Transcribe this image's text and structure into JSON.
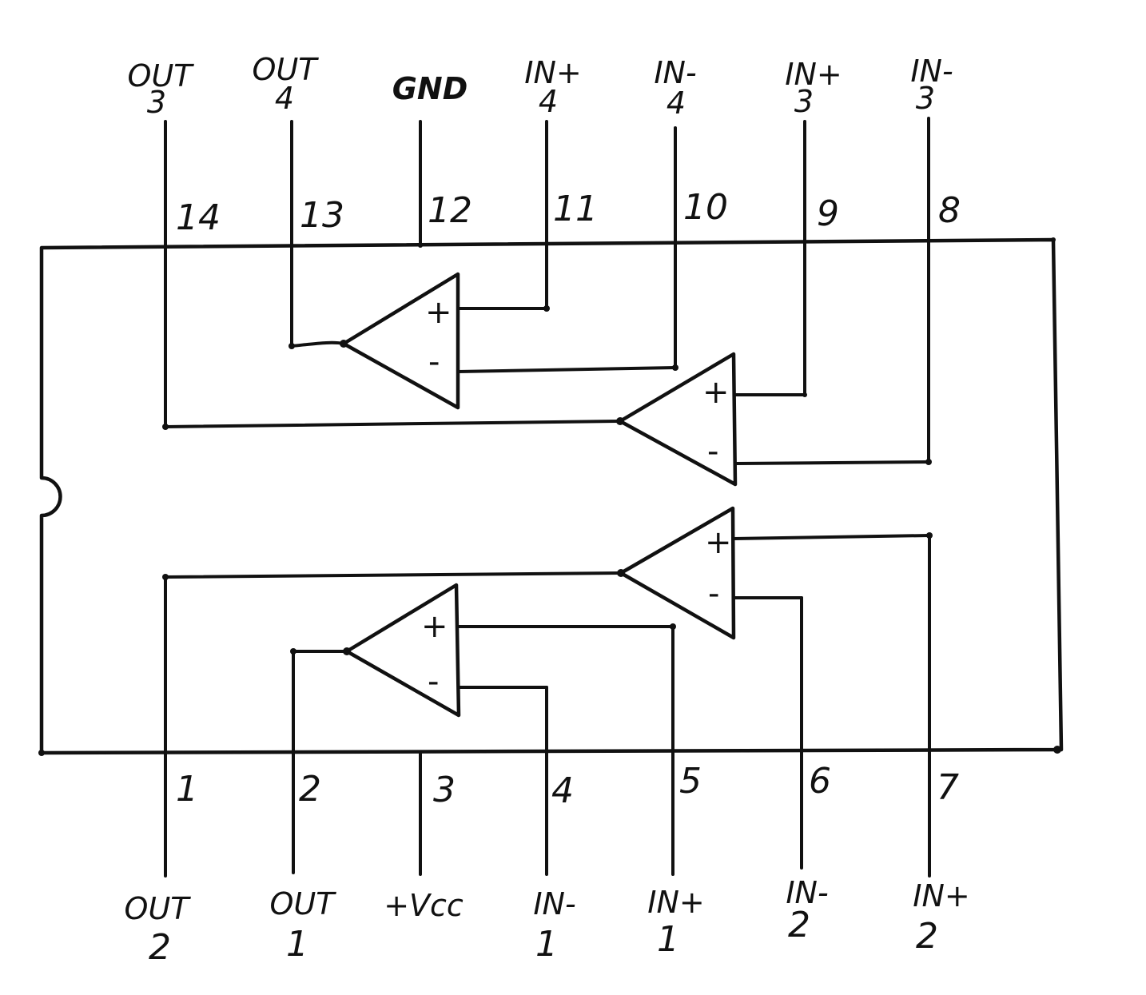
{
  "top_pins": [
    {
      "number": "14",
      "name_line1": "OUT",
      "name_line2": "3"
    },
    {
      "number": "13",
      "name_line1": "OUT",
      "name_line2": "4"
    },
    {
      "number": "12",
      "name_line1": "GND",
      "name_line2": ""
    },
    {
      "number": "11",
      "name_line1": "IN+",
      "name_line2": "4"
    },
    {
      "number": "10",
      "name_line1": "IN-",
      "name_line2": "4"
    },
    {
      "number": "9",
      "name_line1": "IN+",
      "name_line2": "3"
    },
    {
      "number": "8",
      "name_line1": "IN-",
      "name_line2": "3"
    }
  ],
  "bottom_pins": [
    {
      "number": "1",
      "name_line1": "OUT",
      "name_line2": "2"
    },
    {
      "number": "2",
      "name_line1": "OUT",
      "name_line2": "1"
    },
    {
      "number": "3",
      "name_line1": "+Vcc",
      "name_line2": ""
    },
    {
      "number": "4",
      "name_line1": "IN-",
      "name_line2": "1"
    },
    {
      "number": "5",
      "name_line1": "IN+",
      "name_line2": "1"
    },
    {
      "number": "6",
      "name_line1": "IN-",
      "name_line2": "2"
    },
    {
      "number": "7",
      "name_line1": "IN+",
      "name_line2": "2"
    }
  ],
  "opamp_signs": {
    "plus": "+",
    "minus": "-"
  },
  "colors": {
    "ink": "#111111",
    "paper": "#ffffff"
  }
}
